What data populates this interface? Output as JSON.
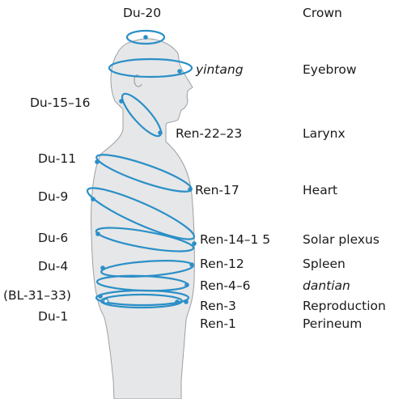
{
  "diagram": {
    "left_labels": [
      {
        "id": "du20",
        "text": "Du-20"
      },
      {
        "id": "du15",
        "text": "Du-15–16"
      },
      {
        "id": "du11",
        "text": "Du-11"
      },
      {
        "id": "du9",
        "text": "Du-9"
      },
      {
        "id": "du6",
        "text": "Du-6"
      },
      {
        "id": "du4",
        "text": "Du-4"
      },
      {
        "id": "bl31",
        "text": "(BL-31–33)"
      },
      {
        "id": "du1",
        "text": "Du-1"
      }
    ],
    "front_labels": [
      {
        "id": "yintang",
        "text": "yintang"
      },
      {
        "id": "ren22",
        "text": "Ren-22–23"
      },
      {
        "id": "ren17",
        "text": "Ren-17"
      },
      {
        "id": "ren14",
        "text": "Ren-14–1 5"
      },
      {
        "id": "ren12",
        "text": "Ren-12"
      },
      {
        "id": "ren4",
        "text": "Ren-4–6"
      },
      {
        "id": "ren3",
        "text": "Ren-3"
      },
      {
        "id": "ren1",
        "text": "Ren-1"
      }
    ],
    "region_labels": [
      {
        "id": "crown",
        "text": "Crown"
      },
      {
        "id": "eyebrow",
        "text": "Eyebrow"
      },
      {
        "id": "larynx",
        "text": "Larynx"
      },
      {
        "id": "heart",
        "text": "Heart"
      },
      {
        "id": "solar",
        "text": "Solar plexus"
      },
      {
        "id": "spleen",
        "text": "Spleen"
      },
      {
        "id": "dantian",
        "text": "dantian"
      },
      {
        "id": "repro",
        "text": "Reproduction"
      },
      {
        "id": "perineum",
        "text": "Perineum"
      }
    ],
    "colors": {
      "ring": "#2a8fc7",
      "body": "#e6e7e8",
      "outline": "#9d9fa2"
    }
  }
}
